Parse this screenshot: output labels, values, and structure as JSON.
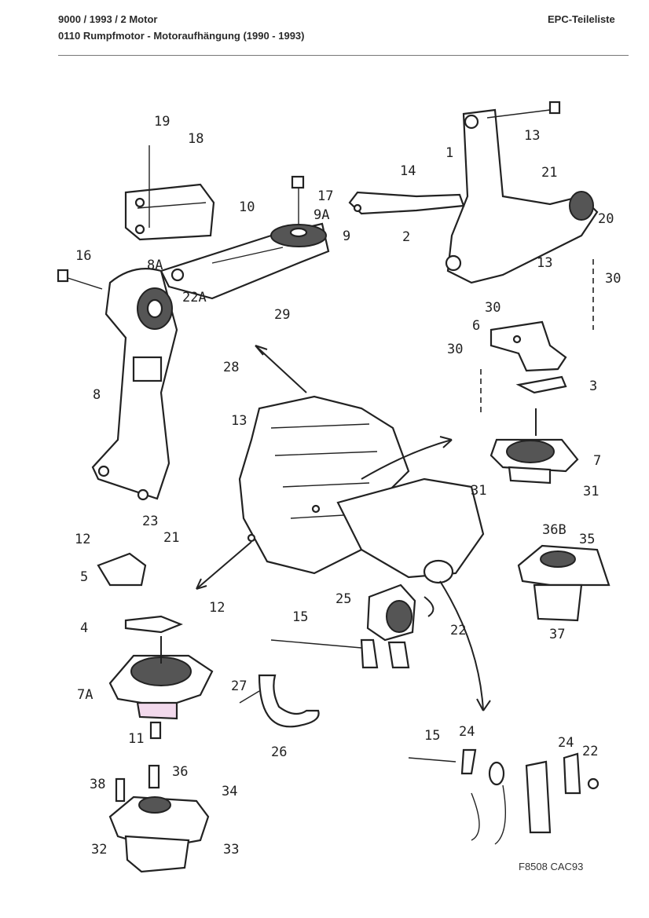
{
  "header": {
    "line1": "9000 / 1993 / 2 Motor",
    "line2": "0110 Rumpfmotor - Motoraufhängung   (1990 - 1993)",
    "right": "EPC-Teileliste"
  },
  "diagram": {
    "figure_code": "F8508 CAC93",
    "labels": [
      "1",
      "2",
      "3",
      "4",
      "5",
      "6",
      "7",
      "7A",
      "8",
      "8A",
      "9",
      "9A",
      "10",
      "11",
      "12",
      "12",
      "13",
      "13",
      "13",
      "14",
      "15",
      "15",
      "16",
      "17",
      "18",
      "19",
      "20",
      "21",
      "21",
      "22",
      "22",
      "22A",
      "23",
      "24",
      "24",
      "25",
      "26",
      "27",
      "28",
      "29",
      "30",
      "30",
      "30",
      "31",
      "31",
      "32",
      "33",
      "34",
      "35",
      "36",
      "36B",
      "37",
      "38"
    ]
  }
}
